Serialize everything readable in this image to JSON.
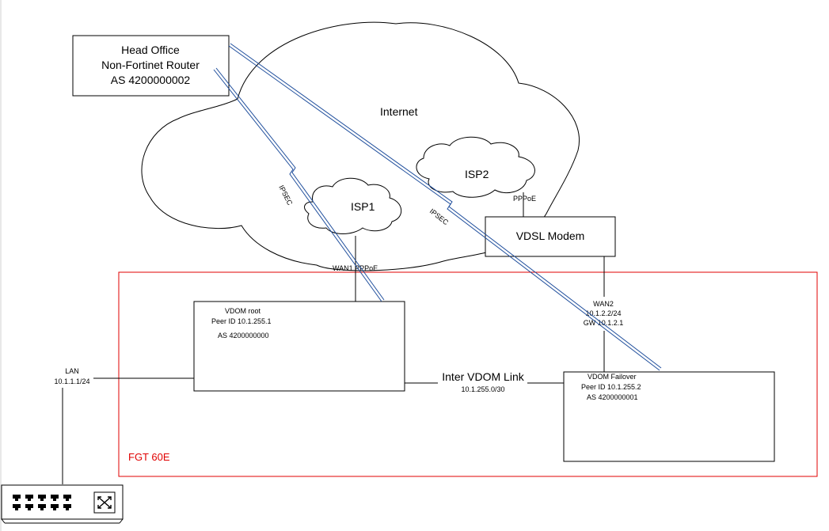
{
  "head_office": {
    "line1": "Head Office",
    "line2": "Non-Fortinet Router",
    "line3": "AS 4200000002"
  },
  "internet_label": "Internet",
  "isp1_label": "ISP1",
  "isp2_label": "ISP2",
  "pppoe_label": "PPPoE",
  "ipsec_label": "IPSEC",
  "vdsl_modem_label": "VDSL Modem",
  "wan1_label": "WAN1 PPPoE",
  "wan2": {
    "line1": "WAN2",
    "line2": "10.1.2.2/24",
    "line3": "GW 10.1.2.1"
  },
  "vdom_root": {
    "line1": "VDOM root",
    "line2": "Peer ID 10.1.255.1",
    "line3": "AS 4200000000"
  },
  "vdom_failover": {
    "line1": "VDOM Failover",
    "line2": "Peer ID 10.1.255.2",
    "line3": "AS 4200000001"
  },
  "inter_vdom": {
    "title": "Inter VDOM Link",
    "subnet": "10.1.255.0/30"
  },
  "lan": {
    "line1": "LAN",
    "line2": "10.1.1.1/24"
  },
  "fgt_label": "FGT 60E",
  "colors": {
    "fgt_border": "#e00000",
    "fgt_text": "#e00000",
    "ipsec_tunnel": "#1f4e9c",
    "line": "#000000"
  }
}
